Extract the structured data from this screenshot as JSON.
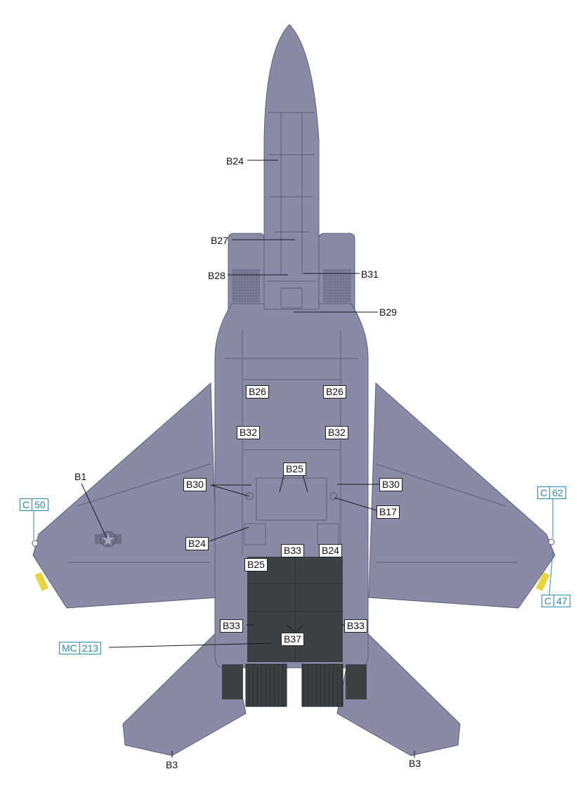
{
  "colors": {
    "gray_paint": "#8a8aa6",
    "dark_panel": "#3d4144",
    "panel_line": "#5d5d78",
    "leader": "#1a1a1a",
    "color_callout": "#2a8ab8"
  },
  "callouts": {
    "b24_nose": "B24",
    "b27": "B27",
    "b28": "B28",
    "b31": "B31",
    "b29": "B29",
    "b26_left": "B26",
    "b26_right": "B26",
    "b32_left": "B32",
    "b32_right": "B32",
    "b25_center": "B25",
    "b30_left": "B30",
    "b30_right": "B30",
    "b17": "B17",
    "b1": "B1",
    "b24_left": "B24",
    "b33_center": "B33",
    "b24_right": "B24",
    "b25_lower": "B25",
    "b33_left": "B33",
    "b33_right": "B33",
    "b37": "B37",
    "b3_left": "B3",
    "b3_right": "B3"
  },
  "color_codes": {
    "c50": {
      "prefix": "C",
      "number": "50"
    },
    "c62": {
      "prefix": "C",
      "number": "62"
    },
    "c47": {
      "prefix": "C",
      "number": "47"
    },
    "mc213": {
      "prefix": "MC",
      "number": "213"
    }
  }
}
